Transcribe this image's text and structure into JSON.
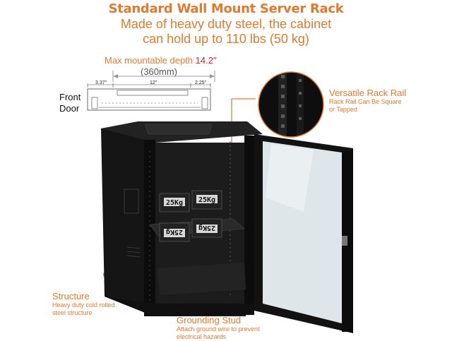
{
  "header": {
    "title": "Standard Wall Mount Server Rack",
    "subtitle_line1": "Made of heavy duty steel, the cabinet",
    "subtitle_line2": "can hold up to 110 lbs (50 kg)"
  },
  "depth": {
    "label": "Max mountable depth",
    "value": "14.2″",
    "mm": "(360mm)",
    "dim_left": "3.37\"",
    "dim_mid": "12\"",
    "dim_right": "2.25\""
  },
  "front_door_line1": "Front",
  "front_door_line2": "Door",
  "weights": [
    "25Kg",
    "25Kg",
    "25Kg",
    "25Kg"
  ],
  "callouts": {
    "rail": {
      "title": "Versatile Rack Rail",
      "desc1": "Rack Rail Can Be Square",
      "desc2": "or Tapped"
    },
    "structure": {
      "title": "Structure",
      "desc1": "Heavy duty cold rolled",
      "desc2": "steel structure"
    },
    "grounding": {
      "title": "Grounding Stud",
      "desc1": "Attach ground wire to prevent",
      "desc2": "electrical hazards"
    }
  },
  "colors": {
    "accent": "#e07a2e",
    "highlight": "#d2232a",
    "cabinet": "#141414",
    "glass": "#dfe6ea"
  }
}
